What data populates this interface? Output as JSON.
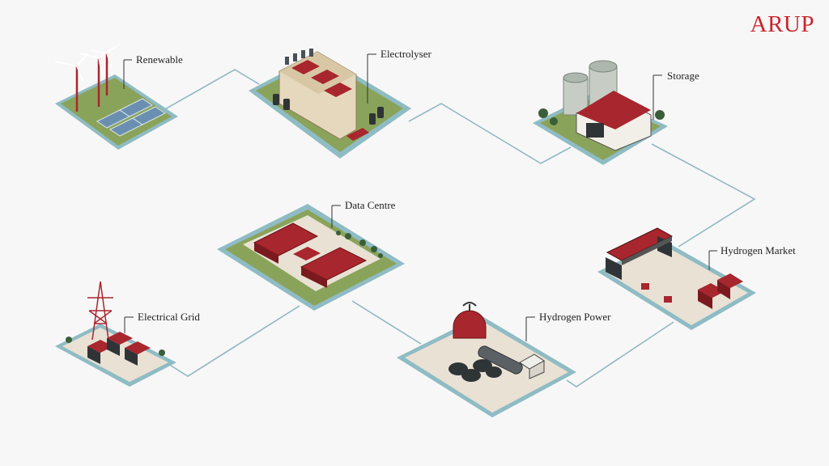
{
  "brand": {
    "logo_text": "ARUP",
    "color": "#c8262e"
  },
  "colors": {
    "background": "#f8f7f7",
    "connector": "#8fb8c1",
    "tile_border": "#8fbcc4",
    "grass": "#8aa35a",
    "ground": "#e9e1d4",
    "roof_red": "#a8262e",
    "building_cream": "#e6d8bc",
    "dark": "#2f3437"
  },
  "nodes": {
    "renewable": {
      "label": "Renewable",
      "icon": "wind-solar-icon"
    },
    "electrolyser": {
      "label": "Electrolyser",
      "icon": "factory-icon"
    },
    "storage": {
      "label": "Storage",
      "icon": "storage-tanks-icon"
    },
    "data_centre": {
      "label": "Data Centre",
      "icon": "data-centre-icon"
    },
    "hydrogen_market": {
      "label": "Hydrogen Market",
      "icon": "market-train-icon"
    },
    "electrical_grid": {
      "label": "Electrical Grid",
      "icon": "pylon-icon"
    },
    "hydrogen_power": {
      "label": "Hydrogen Power",
      "icon": "hydrogen-tank-icon"
    }
  }
}
